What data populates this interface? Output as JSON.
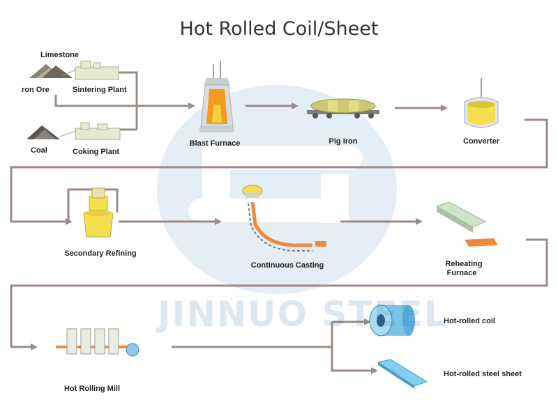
{
  "title": "Hot Rolled Coil/Sheet",
  "watermark": "JINNUO STEEL",
  "colors": {
    "connector": "#9b8a86",
    "furnace_molten": "#f29b1f",
    "ladle_yellow": "#f4e04d",
    "slab_orange": "#f08a3a",
    "coil_blue": "#7cc3e8",
    "sheet_blue": "#82d0f0",
    "watermark_blue": "#2f6fb5"
  },
  "materials": {
    "limestone": "Limestone",
    "iron_ore": "ron Ore",
    "coal": "Coal"
  },
  "stages": {
    "sintering_plant": "Sintering Plant",
    "coking_plant": "Coking Plant",
    "blast_furnace": "Blast Furnace",
    "pig_iron": "Pig Iron",
    "converter": "Converter",
    "secondary_refining": "Secondary Refining",
    "continuous_casting": "Continuous Casting",
    "reheating_furnace_line1": "Reheating",
    "reheating_furnace_line2": "Furnace",
    "hot_rolling_mill": "Hot Rolling Mill"
  },
  "products": {
    "hot_rolled_coil": "Hot-rolled coil",
    "hot_rolled_sheet": "Hot-rolled steel sheet"
  },
  "icons": [
    "stone-pile-icon",
    "sintering-plant-icon",
    "coal-pile-icon",
    "coking-plant-icon",
    "blast-furnace-icon",
    "pig-iron-car-icon",
    "converter-icon",
    "refining-ladle-icon",
    "caster-icon",
    "reheating-furnace-icon",
    "rolling-mill-icon",
    "steel-coil-icon",
    "steel-sheet-icon"
  ]
}
